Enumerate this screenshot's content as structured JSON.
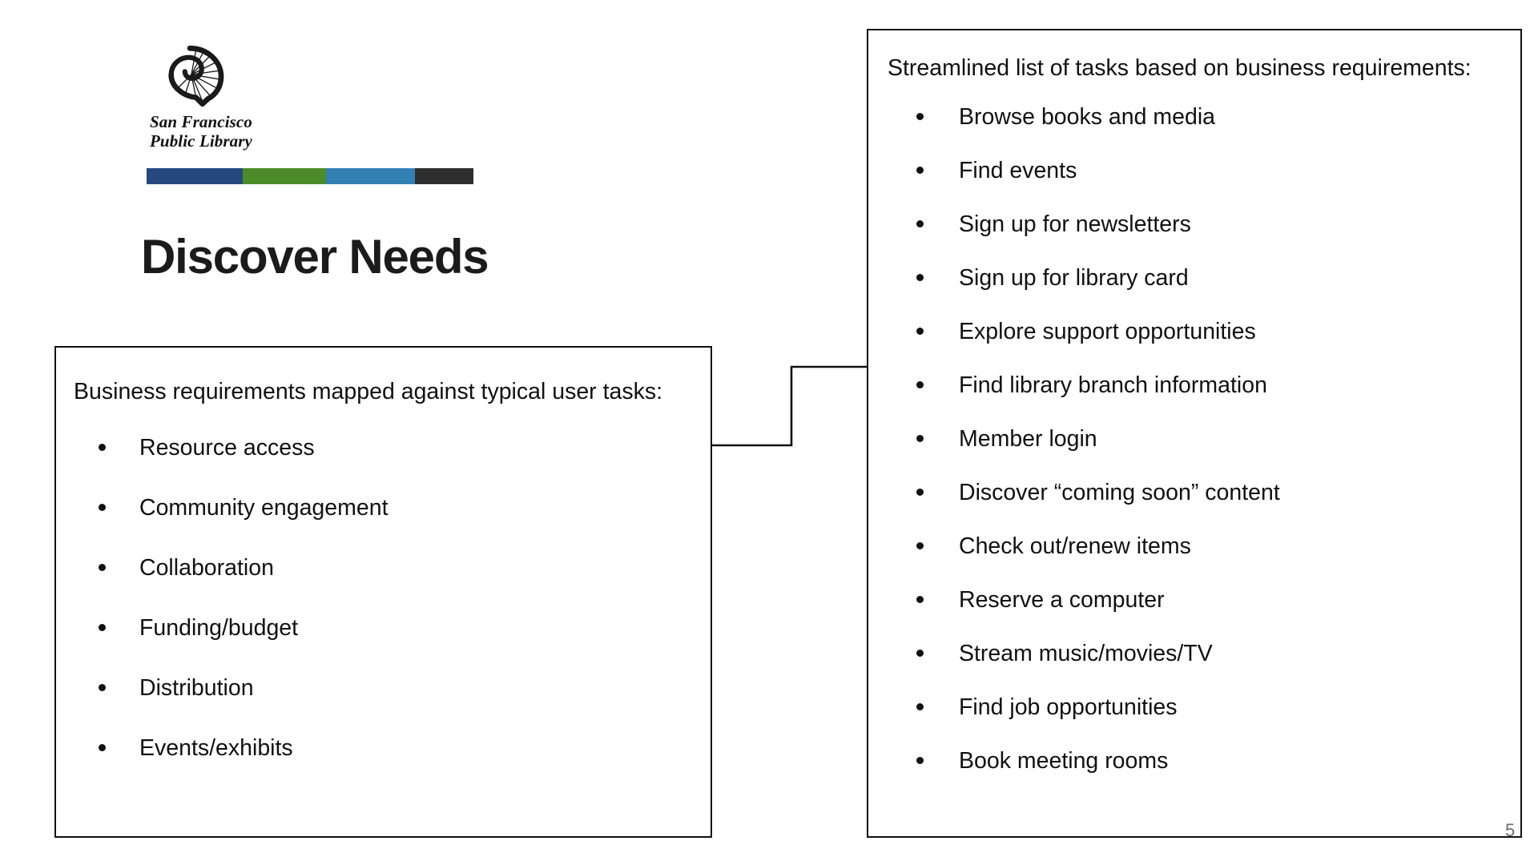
{
  "slide": {
    "title": "Discover Needs",
    "page_number": "5"
  },
  "logo": {
    "mark_name": "sfpl-nautilus-logo",
    "wordmark_line1": "San Francisco",
    "wordmark_line2": "Public Library",
    "wordmark": "San Francisco\nPublic Library",
    "rule_colors": [
      "#25487E",
      "#4C8C28",
      "#3380B5",
      "#2E2E2E"
    ]
  },
  "left_box": {
    "intro": "Business requirements mapped against typical user tasks:",
    "items": [
      "Resource access",
      "Community engagement",
      "Collaboration",
      "Funding/budget",
      "Distribution",
      "Events/exhibits"
    ]
  },
  "right_box": {
    "intro": "Streamlined list of tasks based on business requirements:",
    "items": [
      "Browse books and media",
      "Find events",
      "Sign up for newsletters",
      "Sign up for library card",
      "Explore support opportunities",
      "Find library branch information",
      "Member login",
      "Discover “coming soon” content",
      "Check out/renew items",
      "Reserve a computer",
      "Stream music/movies/TV",
      "Find job opportunities",
      "Book meeting rooms"
    ]
  },
  "connector": {
    "name": "elbow-connector-left-to-right"
  }
}
